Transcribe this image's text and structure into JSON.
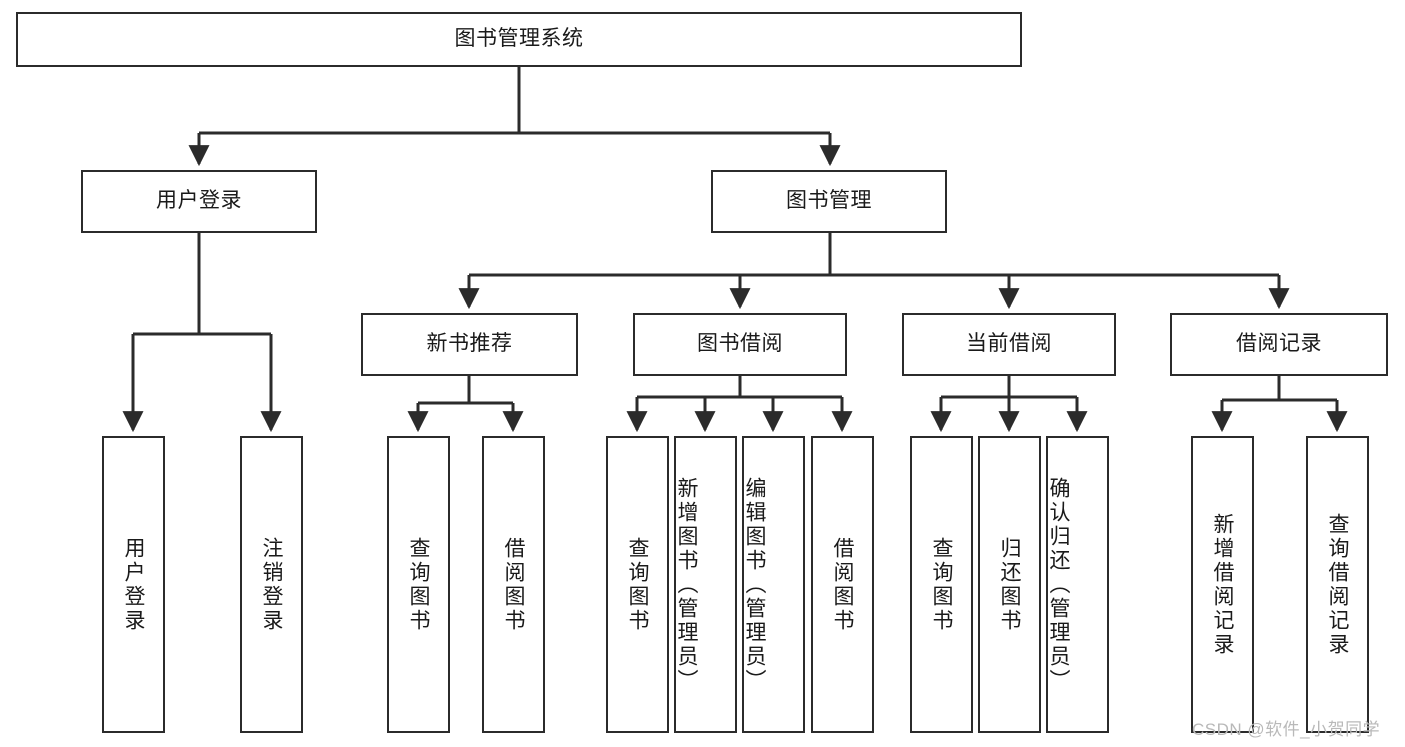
{
  "diagram": {
    "title": "图书管理系统",
    "type": "功能结构图",
    "root": {
      "label": "图书管理系统"
    },
    "level2": [
      {
        "label": "用户登录"
      },
      {
        "label": "图书管理"
      }
    ],
    "level3": [
      {
        "label": "新书推荐"
      },
      {
        "label": "图书借阅"
      },
      {
        "label": "当前借阅"
      },
      {
        "label": "借阅记录"
      }
    ],
    "leaves": [
      {
        "label": "用户登录",
        "parent": "用户登录"
      },
      {
        "label": "注销登录",
        "parent": "用户登录"
      },
      {
        "label": "查询图书",
        "parent": "新书推荐"
      },
      {
        "label": "借阅图书",
        "parent": "新书推荐"
      },
      {
        "label": "查询图书",
        "parent": "图书借阅"
      },
      {
        "label": "新增图书（管理员）",
        "parent": "图书借阅"
      },
      {
        "label": "编辑图书（管理员）",
        "parent": "图书借阅"
      },
      {
        "label": "借阅图书",
        "parent": "图书借阅"
      },
      {
        "label": "查询图书",
        "parent": "当前借阅"
      },
      {
        "label": "归还图书",
        "parent": "当前借阅"
      },
      {
        "label": "确认归还（管理员）",
        "parent": "当前借阅"
      },
      {
        "label": "新增借阅记录",
        "parent": "借阅记录"
      },
      {
        "label": "查询借阅记录",
        "parent": "借阅记录"
      }
    ]
  },
  "watermark": {
    "text": "CSDN @软件_小贺同学"
  },
  "colors": {
    "stroke": "#2b2b2b",
    "background": "#ffffff",
    "text": "#1a1a1a",
    "watermark": "#b9b9b9"
  }
}
